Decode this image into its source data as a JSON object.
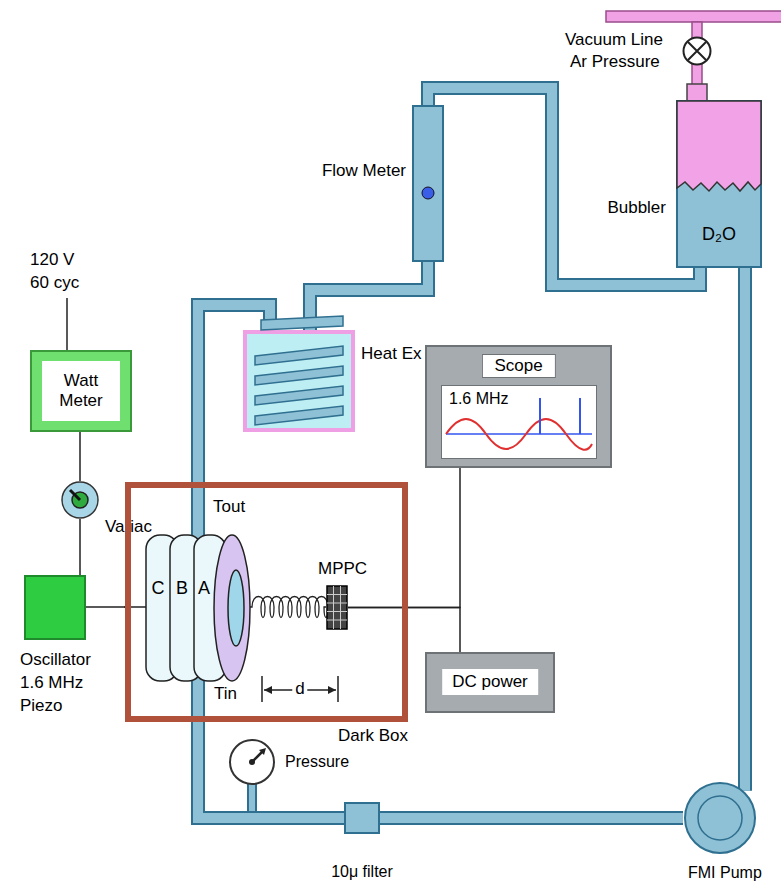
{
  "diagram": {
    "nodes": [
      {
        "text": [
          "Bubbler",
          "D₂O"
        ]
      },
      {
        "text": [
          "Flow Meter"
        ]
      },
      {
        "text": [
          "Watt Meter"
        ]
      },
      {
        "text": [
          "Heat Ex"
        ]
      },
      {
        "text": [
          "Scope"
        ]
      },
      {
        "text": [
          "1.6 MHz"
        ],
        "in": 4
      },
      {
        "text": [
          "Variac"
        ]
      },
      {
        "text": [
          "Dark Box"
        ]
      },
      {
        "text": [
          "MPPC"
        ],
        "in": 7
      },
      {
        "text": [
          "Oscillator 1.6 MHz Piezo"
        ]
      },
      {
        "text": [
          "DC power"
        ]
      },
      {
        "text": [
          "Pressure"
        ]
      },
      {
        "text": [
          "10μ filter"
        ]
      },
      {
        "text": [
          "FMI Pump"
        ]
      }
    ],
    "edges": [
      {
        "from": 0,
        "to": 13,
        "arrow": "none"
      },
      {
        "from": 13,
        "to": 12,
        "arrow": "none"
      },
      {
        "from": 12,
        "to": 7,
        "arrow": "none"
      },
      {
        "from": 7,
        "to": 3,
        "arrow": "none"
      },
      {
        "from": 3,
        "to": 1,
        "arrow": "none"
      },
      {
        "from": 1,
        "to": 0,
        "arrow": "none"
      },
      {
        "from": 2,
        "to": 6,
        "arrow": "none"
      },
      {
        "from": 6,
        "to": 9,
        "arrow": "none"
      },
      {
        "from": 9,
        "to": 7,
        "arrow": "none"
      },
      {
        "from": 8,
        "to": 4,
        "arrow": "none"
      },
      {
        "from": 8,
        "to": 10,
        "arrow": "none"
      }
    ],
    "labels": [
      "Vacuum Line",
      "Ar Pressure",
      "120 V",
      "60 cyc",
      "Tout",
      "C",
      "B",
      "A",
      "Tin",
      "d"
    ]
  }
}
